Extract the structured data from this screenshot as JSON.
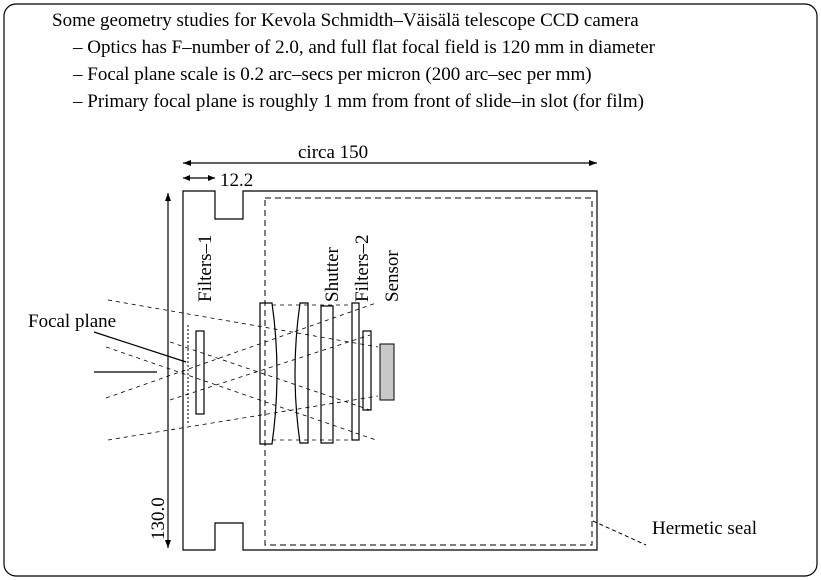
{
  "title": "Some geometry studies for Kevola Schmidth–Väisälä telescope CCD camera",
  "notes": [
    "– Optics has F–number of 2.0, and full flat focal field is 120 mm in diameter",
    "– Focal plane scale is 0.2 arc–secs per micron (200 arc–sec per mm)",
    "– Primary focal plane is roughly 1 mm from front of slide–in slot (for film)"
  ],
  "dimensions": {
    "width": "circa 150",
    "slot": "12.2",
    "height": "130.0"
  },
  "labels": {
    "filters1": "Filters–1",
    "shutter": "Shutter",
    "filters2": "Filters–2",
    "sensor": "Sensor",
    "focal_plane": "Focal plane",
    "hermetic_seal": "Hermetic seal"
  },
  "colors": {
    "sensor": "#c8c8c8"
  }
}
